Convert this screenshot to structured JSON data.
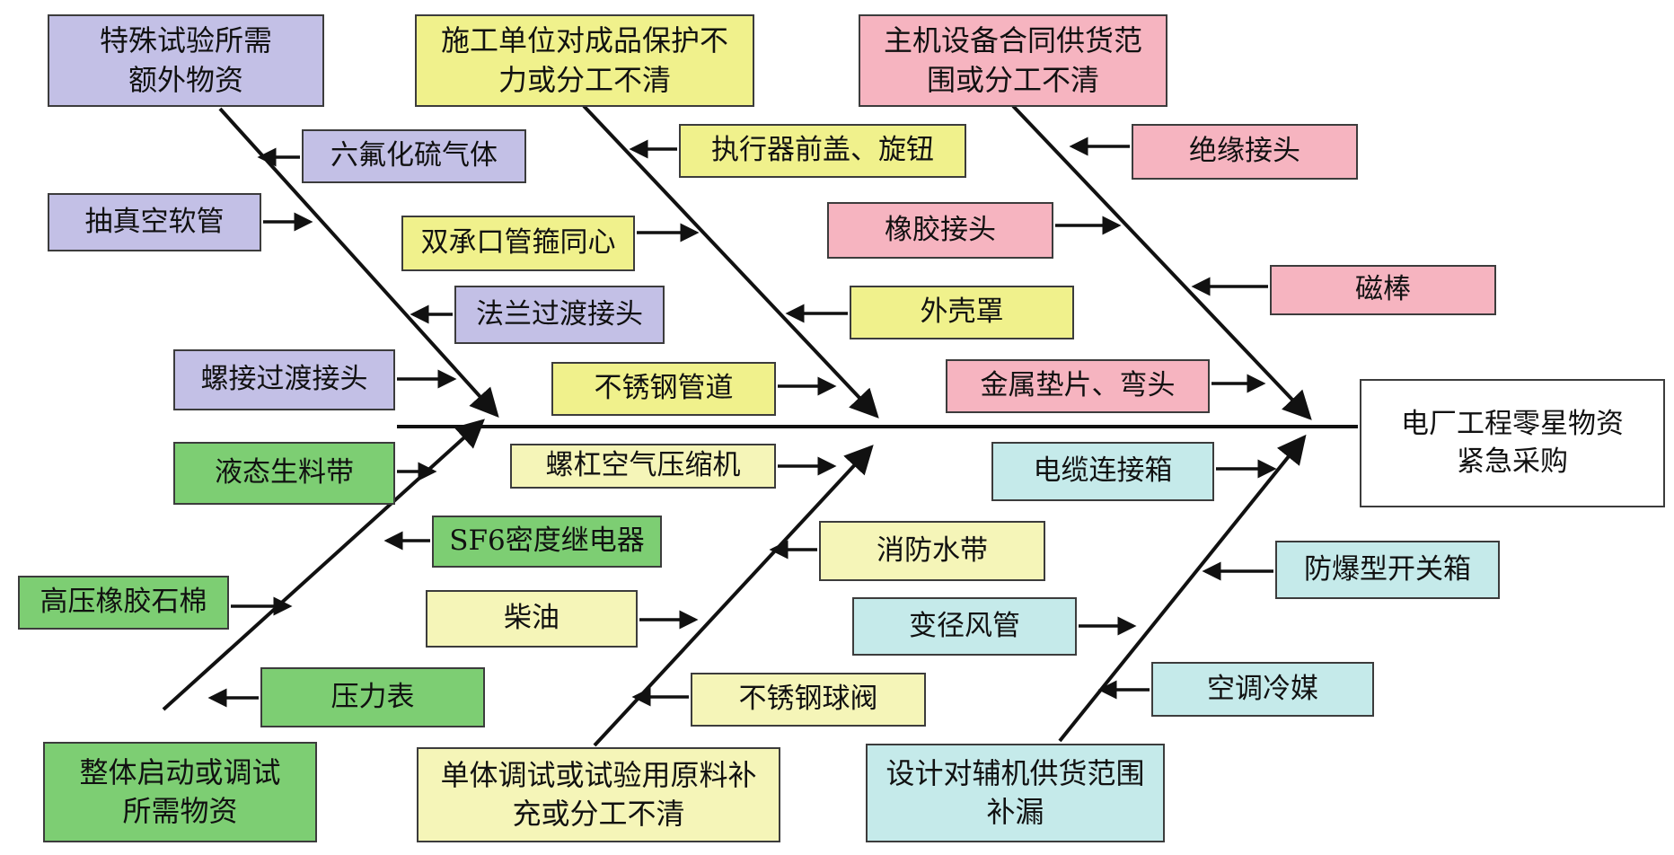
{
  "effect": "电厂工程零星物资\n紧急采购",
  "colors": {
    "purple": "#c3c0e6",
    "yellow": "#f0f18c",
    "pink": "#f6b4c0",
    "green": "#7dce73",
    "paleyellow": "#f5f5b8",
    "cyan": "#c5eaea",
    "line": "#111111",
    "border": "#3c3c3c"
  },
  "top_bones": [
    {
      "category": "特殊试验所需\n额外物资",
      "color": "purple",
      "causes": [
        "六氟化硫气体",
        "抽真空软管",
        "法兰过渡接头",
        "螺接过渡接头"
      ]
    },
    {
      "category": "施工单位对成品保护不\n力或分工不清",
      "color": "yellow",
      "causes": [
        "执行器前盖、旋钮",
        "双承口管箍同心",
        "外壳罩",
        "不锈钢管道"
      ]
    },
    {
      "category": "主机设备合同供货范\n围或分工不清",
      "color": "pink",
      "causes": [
        "绝缘接头",
        "橡胶接头",
        "磁棒",
        "金属垫片、弯头"
      ]
    }
  ],
  "bottom_bones": [
    {
      "category": "整体启动或调试\n所需物资",
      "color": "green",
      "causes": [
        "液态生料带",
        "SF6密度继电器",
        "高压橡胶石棉",
        "压力表"
      ]
    },
    {
      "category": "单体调试或试验用原料补\n充或分工不清",
      "color": "paleyellow",
      "causes": [
        "螺杠空气压缩机",
        "消防水带",
        "柴油",
        "不锈钢球阀"
      ]
    },
    {
      "category": "设计对辅机供货范围\n补漏",
      "color": "cyan",
      "causes": [
        "电缆连接箱",
        "防爆型开关箱",
        "变径风管",
        "空调冷媒"
      ]
    }
  ]
}
